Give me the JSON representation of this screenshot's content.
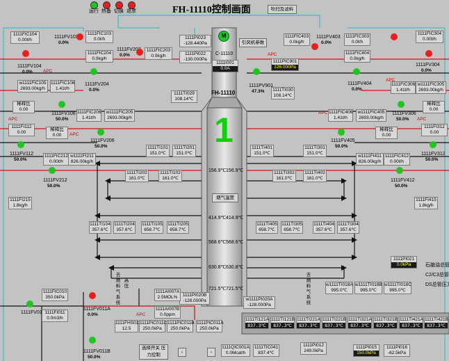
{
  "header": {
    "title": "FH-11110控制画面",
    "link_button": "吹扫及滤料",
    "legend": {
      "run": "运行",
      "alarm": "热备",
      "switch": "切换",
      "fail": "退票",
      "colors": {
        "run": "#22c422",
        "alarm": "#e52020",
        "switch": "#e52020",
        "fail": "#e52020"
      }
    }
  },
  "furnace": {
    "name": "FH-11110",
    "number": "1",
    "motor_label": "M",
    "fan_tag": "C-11110",
    "fan_box_tag": "1111I001",
    "fan_box_value": "0.0A",
    "fan_param_label": "引风机参数",
    "flue_gas_label": "烟气温度",
    "temps_left": [
      "156.9℃",
      "414.9℃",
      "568.6℃",
      "630.8℃",
      "721.5℃"
    ],
    "temps_right": [
      "156.9℃",
      "414.9℃",
      "568.6℃",
      "630.8℃",
      "721.5℃"
    ],
    "pressure_tag": "1111PI020B",
    "pressure_value": "-128.000Pa"
  },
  "left_top": {
    "fic104": {
      "tag": "1111FIC104",
      "value": "0.00t/h"
    },
    "fv104": {
      "tag": "1111FV104",
      "value": "0.0%"
    },
    "fv103": {
      "tag": "1111FV103",
      "value": "0.0%"
    },
    "fic204": {
      "tag": "1111FIC204",
      "value": "0.0kg/h"
    },
    "fic105": {
      "tag": "w1111FIC105",
      "value": "2693.00kg/h"
    },
    "fic106": {
      "tag": "1111FIC106",
      "value": "1.41t/h"
    },
    "fv204": {
      "tag": "1111FV204",
      "value": "0.0%"
    },
    "fv203": {
      "tag": "1111FV203",
      "value": "0.0%"
    },
    "fic203": {
      "tag": "1111FIC203",
      "value": "0.0kg/h"
    },
    "fic103": {
      "tag": "1111FIC103",
      "value": "0.0t/h"
    },
    "apc": "APC"
  },
  "left_mid": {
    "dilute1": {
      "tag": "稀释比",
      "value": "0.00"
    },
    "fv106": {
      "tag": "1111FV106",
      "value": "50.0%"
    },
    "fic206": {
      "tag": "1111FIC206",
      "value": "1.41t/h"
    },
    "fic205": {
      "tag": "w1111FIC205",
      "value": "2693.00kg/h"
    },
    "fi112": {
      "tag": "1111FI112",
      "value": "0.00"
    },
    "dilute2": {
      "tag": "稀释比",
      "value": "0.00"
    },
    "fv206": {
      "tag": "1111FV206",
      "value": "50.0%"
    },
    "fv112": {
      "tag": "1111FV112",
      "value": "50.0%"
    },
    "fic212": {
      "tag": "1111FIC212",
      "value": "0.00t/h"
    },
    "fi211": {
      "tag": "w1111FI211",
      "value": "826.00kg/h"
    },
    "fv212": {
      "tag": "1111FV212",
      "value": "50.0%"
    },
    "fi215": {
      "tag": "1111FI215",
      "value": "1.8kg/h"
    },
    "apc1": "APC",
    "apc2": "APC"
  },
  "center_top": {
    "ti023": {
      "tag": "1111PI023",
      "value": "-128.440Pa"
    },
    "pi022": {
      "tag": "1111PI022",
      "value": "-130.000Pa"
    },
    "pic901": {
      "tag": "1111PIC901",
      "value": "126.000Pa"
    },
    "pv901": {
      "tag": "1111PV901",
      "value": "47.3%"
    },
    "ti030": {
      "tag": "1111TI030",
      "value": "108.14℃"
    },
    "ti029": {
      "tag": "1111TI029",
      "value": "108.14℃"
    },
    "apc": "APC"
  },
  "right_top": {
    "fv403": {
      "tag": "1111FV403",
      "value": "0.0%"
    },
    "fic403": {
      "tag": "1111FIC403",
      "value": "0.0kg/h"
    },
    "fic303": {
      "tag": "1111FIC303",
      "value": "0.0t/h"
    },
    "fic304": {
      "tag": "1111FIC304",
      "value": "0.00t/h"
    },
    "fic404": {
      "tag": "1111FIC404",
      "value": "0.0kg/h"
    },
    "fv304": {
      "tag": "1111FV304",
      "value": "0.0%"
    },
    "fv404": {
      "tag": "1111FV404",
      "value": "0.0%"
    },
    "fic306": {
      "tag": "1111FIC306",
      "value": "1.41t/h"
    },
    "fic305": {
      "tag": "w1111FIC305",
      "value": "2693.00kg/h"
    },
    "apc": "APC"
  },
  "right_mid": {
    "dilute1": {
      "tag": "稀释比",
      "value": "0.00"
    },
    "fic406": {
      "tag": "1111FIC406",
      "value": "1.41t/h"
    },
    "fic405": {
      "tag": "w1111FIC405",
      "value": "2693.00kg/h"
    },
    "fv306": {
      "tag": "1111FV306",
      "value": "50.0%"
    },
    "fi312": {
      "tag": "1111FI312",
      "value": "0.00"
    },
    "dilute2": {
      "tag": "稀释比",
      "value": "0.00"
    },
    "fv405": {
      "tag": "1111FV405",
      "value": "50.0%"
    },
    "fv312": {
      "tag": "1111FV312",
      "value": "50.0%"
    },
    "fi411": {
      "tag": "w1111FI411",
      "value": "826.00kg/h"
    },
    "fic412": {
      "tag": "1111FIC412",
      "value": "0.00t/h"
    },
    "fv412": {
      "tag": "1111FV412",
      "value": "50.0%"
    },
    "fi415": {
      "tag": "1111FI415",
      "value": "1.8kg/h"
    },
    "apc1": "APC",
    "apc2": "APC"
  },
  "mid_temps": {
    "ti101": {
      "tag": "1111TI101",
      "value": "151.0℃"
    },
    "ti201": {
      "tag": "1111TI201",
      "value": "151.0℃"
    },
    "ti401": {
      "tag": "1111TI401",
      "value": "151.0℃"
    },
    "ti301": {
      "tag": "1111TI301",
      "value": "151.0℃"
    },
    "ti202": {
      "tag": "1111TI202",
      "value": "161.0℃"
    },
    "ti102": {
      "tag": "1111TI102",
      "value": "161.0℃"
    },
    "ti302": {
      "tag": "1111TI302",
      "value": "161.0℃"
    },
    "ti402": {
      "tag": "1111TI402",
      "value": "161.0℃"
    },
    "ti104": {
      "tag": "1111TI104",
      "value": "357.6℃"
    },
    "ti204": {
      "tag": "1111TI204",
      "value": "357.6℃"
    },
    "ti105": {
      "tag": "1111TI105",
      "value": "658.7℃"
    },
    "ti205": {
      "tag": "1111TI205",
      "value": "658.7℃"
    },
    "ti405": {
      "tag": "1111TI405",
      "value": "658.7℃"
    },
    "ti305": {
      "tag": "1111TI305",
      "value": "658.7℃"
    },
    "ti404": {
      "tag": "1111TI404",
      "value": "357.6℃"
    },
    "ti304": {
      "tag": "1111TI304",
      "value": "357.6℃"
    }
  },
  "bottom_left": {
    "fic010": {
      "tag": "1111FIC010",
      "value": "350.0kPa"
    },
    "fi011": {
      "tag": "1111FI011",
      "value": "0.0m3/h"
    },
    "fv010c": {
      "tag": "1111FV010C",
      "value": ""
    },
    "fv011a": {
      "tag": "1111FV011A",
      "value": "0.0%"
    },
    "fv011b": {
      "tag": "1111FV011B",
      "value": "50.0%"
    },
    "fhs011": {
      "tag": "1111FHS011",
      "value": "12.5"
    },
    "pic011c": {
      "tag": "1111PIC011C",
      "value": "250.0kPa"
    },
    "pic011b": {
      "tag": "1111PIC011B",
      "value": "250.0kPa"
    },
    "pic011a": {
      "tag": "1111PIC011A",
      "value": "250.0kPa"
    },
    "ai007a": {
      "tag": "1111AI007A",
      "value": "2.5MOL%"
    },
    "ai007b": {
      "tag": "1111AI007B",
      "value": "0.0ppm"
    },
    "select_btn": "选择开关 压力控制",
    "apc": "APC",
    "fuel_label": "去燃料气系统",
    "hv_label": "高压"
  },
  "bottom_center": {
    "qic001a": {
      "tag": "1111QIC001A",
      "value": "0.0Mcal/h"
    },
    "tic041": {
      "tag": "1111TIC041",
      "value": "837.4℃"
    },
    "pi020a": {
      "tag": "w1111PI020A",
      "value": "-128.000Pa"
    },
    "pi012": {
      "tag": "1111PI012",
      "value": "249.0kPa"
    },
    "pi015": {
      "tag": "1111PI015",
      "value": "150.0kPa"
    },
    "pi016": {
      "tag": "1111PI016",
      "value": "-62.5kPa"
    }
  },
  "bottom_right": {
    "pi021": {
      "tag": "1111PI021",
      "value": "0.0kPa"
    },
    "ti018a": {
      "tag": "w1111TI018A",
      "value": "995.0℃"
    },
    "ti018b": {
      "tag": "w1111TI018B",
      "value": "995.0℃"
    },
    "ti018c": {
      "tag": "w1111TI018C",
      "value": "995.0℃"
    },
    "notes": [
      "石脑油总管",
      "C2/C3总管",
      "DS总管压力"
    ],
    "fuel_label": "去燃料气系统",
    "outlet_temps": [
      {
        "tag": "1111TI121A",
        "value": "837.3℃"
      },
      {
        "tag": "1111TI121B",
        "value": "837.3℃"
      },
      {
        "tag": "1111TI221A",
        "value": "837.3℃"
      },
      {
        "tag": "1111TI221B",
        "value": "837.3℃"
      },
      {
        "tag": "1111TI321A",
        "value": "837.3℃"
      },
      {
        "tag": "1111TI321B",
        "value": "837.3℃"
      },
      {
        "tag": "1111TI421A",
        "value": "837.3℃"
      },
      {
        "tag": "1111TI421B",
        "value": "837.3℃"
      }
    ]
  }
}
